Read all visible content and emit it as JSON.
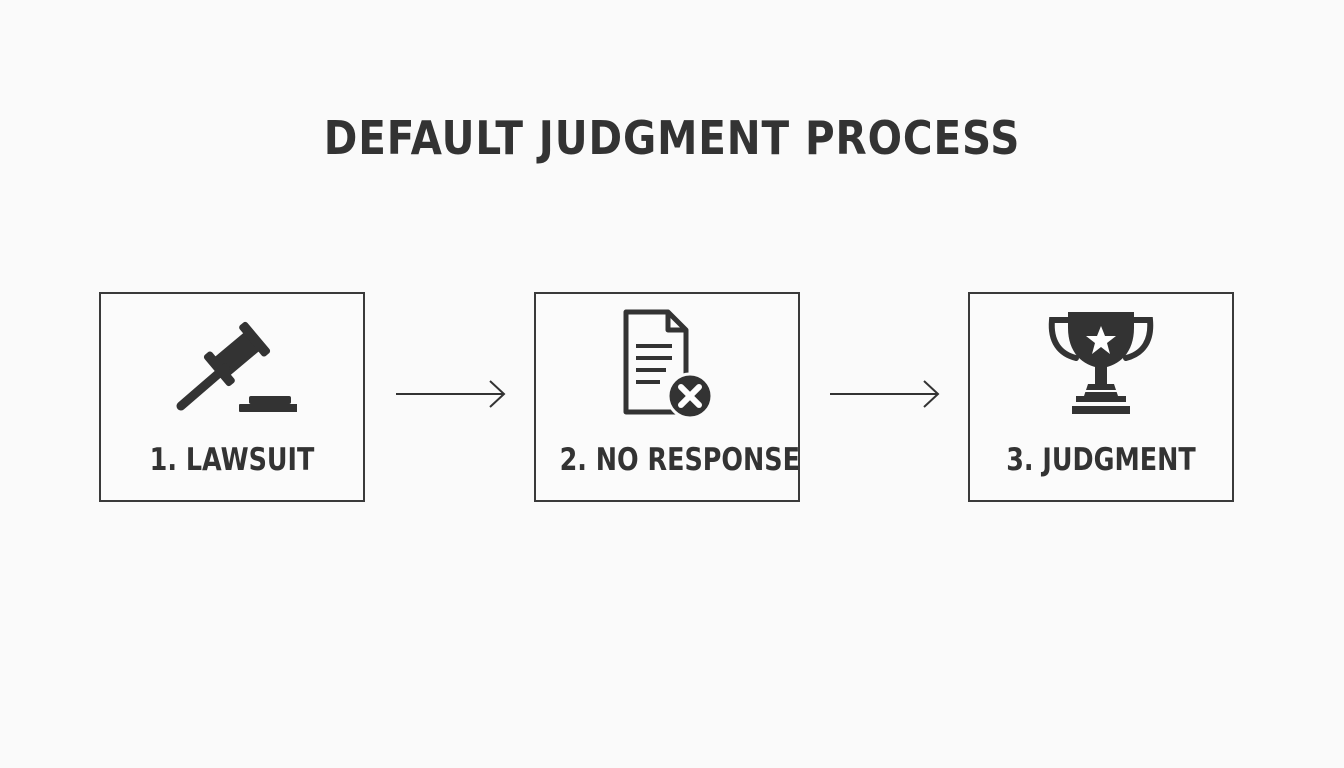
{
  "title": "DEFAULT JUDGMENT PROCESS",
  "steps": [
    {
      "label": "1. LAWSUIT",
      "icon": "gavel-icon"
    },
    {
      "label": "2. NO RESPONSE",
      "icon": "document-x-icon"
    },
    {
      "label": "3. JUDGMENT",
      "icon": "trophy-icon"
    }
  ],
  "colors": {
    "ink": "#333333",
    "background": "#fafafa"
  }
}
